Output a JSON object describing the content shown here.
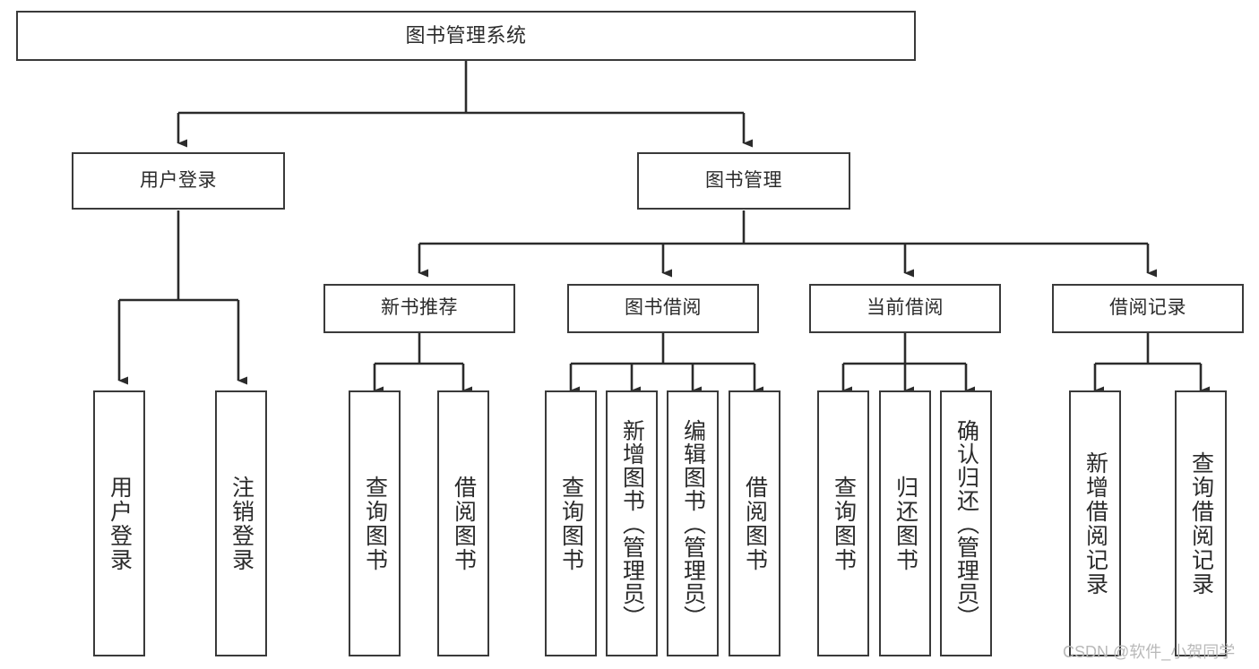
{
  "diagram": {
    "type": "tree-hierarchy-chart",
    "title": "图书管理系统",
    "orientation": "top-down",
    "line_color": "#3a3a3a",
    "box_fill": "#ffffff",
    "text_color": "#2b2b2b",
    "nodes": {
      "root": {
        "label": "图书管理系统",
        "level": 0
      },
      "l1": [
        {
          "id": "user-login",
          "label": "用户登录",
          "level": 1
        },
        {
          "id": "book-manage",
          "label": "图书管理",
          "level": 1
        }
      ],
      "l2": [
        {
          "id": "new-book-recommend",
          "label": "新书推荐",
          "level": 2,
          "parent": "book-manage"
        },
        {
          "id": "book-borrow",
          "label": "图书借阅",
          "level": 2,
          "parent": "book-manage"
        },
        {
          "id": "current-borrow",
          "label": "当前借阅",
          "level": 2,
          "parent": "book-manage"
        },
        {
          "id": "borrow-record",
          "label": "借阅记录",
          "level": 2,
          "parent": "book-manage"
        }
      ],
      "leaves": [
        {
          "id": "leaf-user-login",
          "label": "用户登录",
          "parent": "user-login"
        },
        {
          "id": "leaf-user-logout",
          "label": "注销登录",
          "parent": "user-login"
        },
        {
          "id": "leaf-query-book-1",
          "label": "查询图书",
          "parent": "new-book-recommend"
        },
        {
          "id": "leaf-borrow-book-1",
          "label": "借阅图书",
          "parent": "new-book-recommend"
        },
        {
          "id": "leaf-query-book-2",
          "label": "查询图书",
          "parent": "book-borrow"
        },
        {
          "id": "leaf-add-book",
          "label": "新增图书（管理员）",
          "parent": "book-borrow"
        },
        {
          "id": "leaf-edit-book",
          "label": "编辑图书（管理员）",
          "parent": "book-borrow"
        },
        {
          "id": "leaf-borrow-book-2",
          "label": "借阅图书",
          "parent": "book-borrow"
        },
        {
          "id": "leaf-query-book-3",
          "label": "查询图书",
          "parent": "current-borrow"
        },
        {
          "id": "leaf-return-book",
          "label": "归还图书",
          "parent": "current-borrow"
        },
        {
          "id": "leaf-confirm-return",
          "label": "确认归还（管理员）",
          "parent": "current-borrow"
        },
        {
          "id": "leaf-add-record",
          "label": "新增借阅记录",
          "parent": "borrow-record"
        },
        {
          "id": "leaf-query-record",
          "label": "查询借阅记录",
          "parent": "borrow-record"
        }
      ]
    }
  },
  "watermark": {
    "text": "CSDN @软件_小贺同学"
  }
}
